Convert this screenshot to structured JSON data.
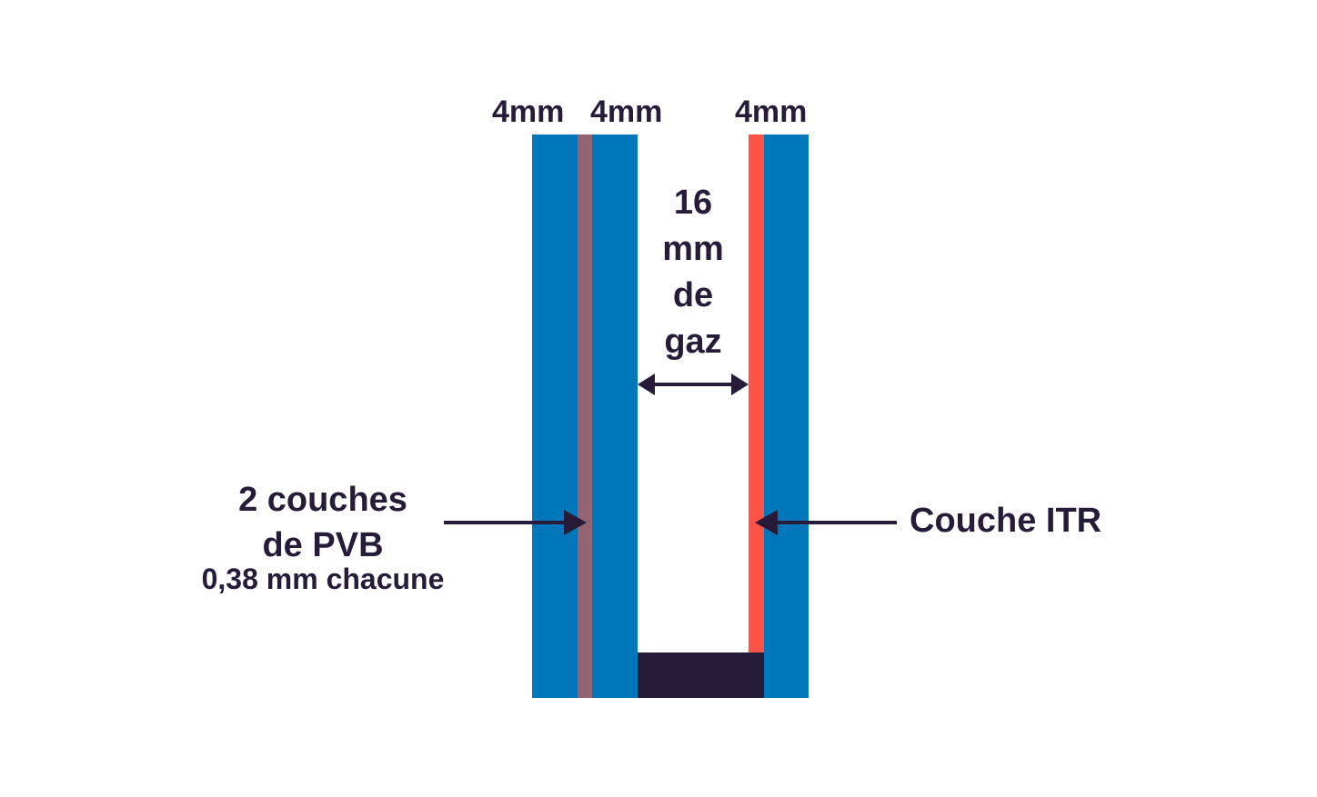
{
  "colors": {
    "glass": "#0077bb",
    "pvb": "#946473",
    "itr": "#ff5347",
    "spacer": "#271b3a",
    "text": "#271b3a"
  },
  "labels": {
    "glass_left_outer": "4mm",
    "glass_left_inner": "4mm",
    "glass_right": "4mm",
    "gap_lines": [
      "16",
      "mm",
      "de",
      "gaz"
    ],
    "pvb_title_line1": "2 couches",
    "pvb_title_line2": "de PVB",
    "pvb_sub": "0,38 mm chacune",
    "itr": "Couche ITR"
  }
}
